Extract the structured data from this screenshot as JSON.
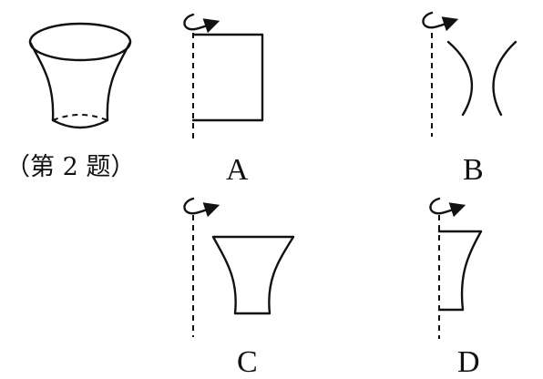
{
  "caption": "（第 2 题）",
  "options": [
    {
      "key": "A",
      "label": "A"
    },
    {
      "key": "B",
      "label": "B"
    },
    {
      "key": "C",
      "label": "C"
    },
    {
      "key": "D",
      "label": "D"
    }
  ]
}
